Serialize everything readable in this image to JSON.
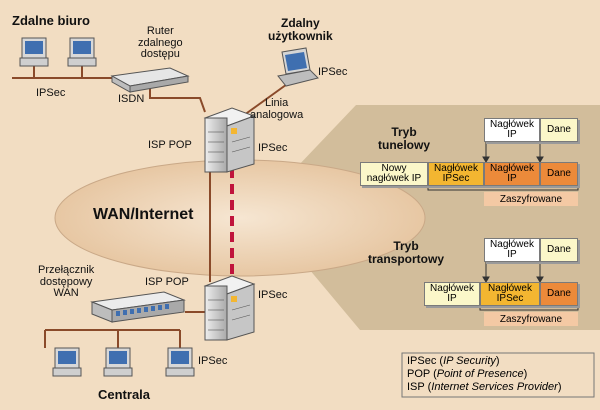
{
  "remote_office": {
    "title": "Zdalne biuro",
    "ipsec": "IPSec",
    "isdn": "ISDN",
    "router": "Ruter\nzdalnego\ndostępu"
  },
  "remote_user": {
    "title": "Zdalny\nużytkownik",
    "ipsec": "IPSec",
    "line": "Linia\nanalogowa"
  },
  "isp_top": {
    "pop": "ISP POP",
    "ipsec": "IPSec"
  },
  "isp_bottom": {
    "pop": "ISP POP",
    "ipsec": "IPSec"
  },
  "wan": {
    "label": "WAN/Internet"
  },
  "hq": {
    "title": "Centrala",
    "ipsec": "IPSec",
    "switch": "Przełącznik\ndostępowy\nWAN"
  },
  "tunnel": {
    "title": "Tryb\ntunelowy",
    "top_header": "Nagłówek\nIP",
    "top_data": "Dane",
    "new_header": "Nowy\nnagłówek IP",
    "ipsec_header": "Nagłówek\nIPSec",
    "ip_header": "Nagłówek\nIP",
    "data": "Dane",
    "encrypted": "Zaszyfrowane"
  },
  "transport": {
    "title": "Tryb\ntransportowy",
    "top_header": "Nagłówek\nIP",
    "top_data": "Dane",
    "ip_header": "Nagłówek\nIP",
    "ipsec_header": "Nagłówek\nIPSec",
    "data": "Dane",
    "encrypted": "Zaszyfrowane"
  },
  "legend": {
    "ipsec": {
      "abbr": "IPSec",
      "full": "IP Security"
    },
    "pop": {
      "abbr": "POP",
      "full": "Point of Presence"
    },
    "isp": {
      "abbr": "ISP",
      "full": "Internet Services Provider"
    }
  },
  "colors": {
    "background": "#f2ddc2",
    "cream": "#fbf7c9",
    "gold": "#f3b631",
    "orange": "#ec8a3a",
    "encrypted": "#f4c9a4",
    "link": "#c0143c",
    "line": "#8a4a2a"
  }
}
